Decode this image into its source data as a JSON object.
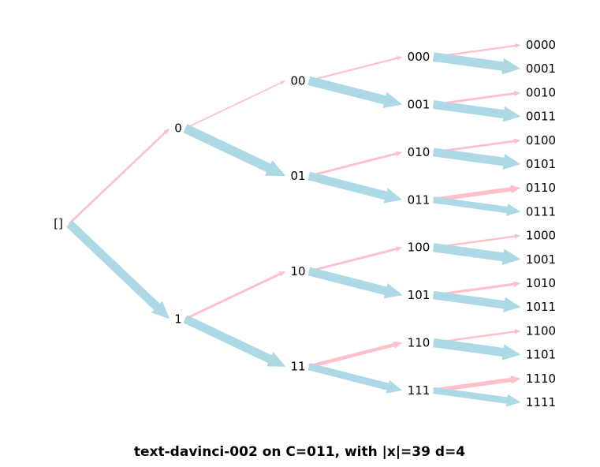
{
  "caption": "text-davinci-002 on C=011, with |x|=39  d=4",
  "colors": {
    "bit0_edge": "#ffc0cb",
    "bit1_edge": "#add8e6",
    "label": "#000000",
    "background": "#ffffff"
  },
  "nodes": {
    "root": "[]",
    "level1": [
      "0",
      "1"
    ],
    "level2": [
      "00",
      "01",
      "10",
      "11"
    ],
    "level3": [
      "000",
      "001",
      "010",
      "011",
      "100",
      "101",
      "110",
      "111"
    ],
    "level4": [
      "0000",
      "0001",
      "0010",
      "0011",
      "0100",
      "0101",
      "0110",
      "0111",
      "1000",
      "1001",
      "1010",
      "1011",
      "1100",
      "1101",
      "1110",
      "1111"
    ]
  },
  "edges": [
    {
      "from": "[]",
      "to": "0",
      "bit": "0",
      "weight": 0.1
    },
    {
      "from": "[]",
      "to": "1",
      "bit": "1",
      "weight": 0.9
    },
    {
      "from": "0",
      "to": "00",
      "bit": "0",
      "weight": 0.02
    },
    {
      "from": "0",
      "to": "01",
      "bit": "1",
      "weight": 0.98
    },
    {
      "from": "1",
      "to": "10",
      "bit": "0",
      "weight": 0.12
    },
    {
      "from": "1",
      "to": "11",
      "bit": "1",
      "weight": 0.88
    },
    {
      "from": "00",
      "to": "000",
      "bit": "0",
      "weight": 0.06
    },
    {
      "from": "00",
      "to": "001",
      "bit": "1",
      "weight": 0.94
    },
    {
      "from": "01",
      "to": "010",
      "bit": "0",
      "weight": 0.12
    },
    {
      "from": "01",
      "to": "011",
      "bit": "1",
      "weight": 0.88
    },
    {
      "from": "10",
      "to": "100",
      "bit": "0",
      "weight": 0.12
    },
    {
      "from": "10",
      "to": "101",
      "bit": "1",
      "weight": 0.88
    },
    {
      "from": "11",
      "to": "110",
      "bit": "0",
      "weight": 0.28
    },
    {
      "from": "11",
      "to": "111",
      "bit": "1",
      "weight": 0.72
    },
    {
      "from": "000",
      "to": "0000",
      "bit": "0",
      "weight": 0.06
    },
    {
      "from": "000",
      "to": "0001",
      "bit": "1",
      "weight": 0.94
    },
    {
      "from": "001",
      "to": "0010",
      "bit": "0",
      "weight": 0.12
    },
    {
      "from": "001",
      "to": "0011",
      "bit": "1",
      "weight": 0.88
    },
    {
      "from": "010",
      "to": "0100",
      "bit": "0",
      "weight": 0.12
    },
    {
      "from": "010",
      "to": "0101",
      "bit": "1",
      "weight": 0.88
    },
    {
      "from": "011",
      "to": "0110",
      "bit": "0",
      "weight": 0.36
    },
    {
      "from": "011",
      "to": "0111",
      "bit": "1",
      "weight": 0.64
    },
    {
      "from": "100",
      "to": "1000",
      "bit": "0",
      "weight": 0.08
    },
    {
      "from": "100",
      "to": "1001",
      "bit": "1",
      "weight": 0.92
    },
    {
      "from": "101",
      "to": "1010",
      "bit": "0",
      "weight": 0.16
    },
    {
      "from": "101",
      "to": "1011",
      "bit": "1",
      "weight": 0.84
    },
    {
      "from": "110",
      "to": "1100",
      "bit": "0",
      "weight": 0.08
    },
    {
      "from": "110",
      "to": "1101",
      "bit": "1",
      "weight": 0.92
    },
    {
      "from": "111",
      "to": "1110",
      "bit": "0",
      "weight": 0.36
    },
    {
      "from": "111",
      "to": "1111",
      "bit": "1",
      "weight": 0.64
    }
  ]
}
